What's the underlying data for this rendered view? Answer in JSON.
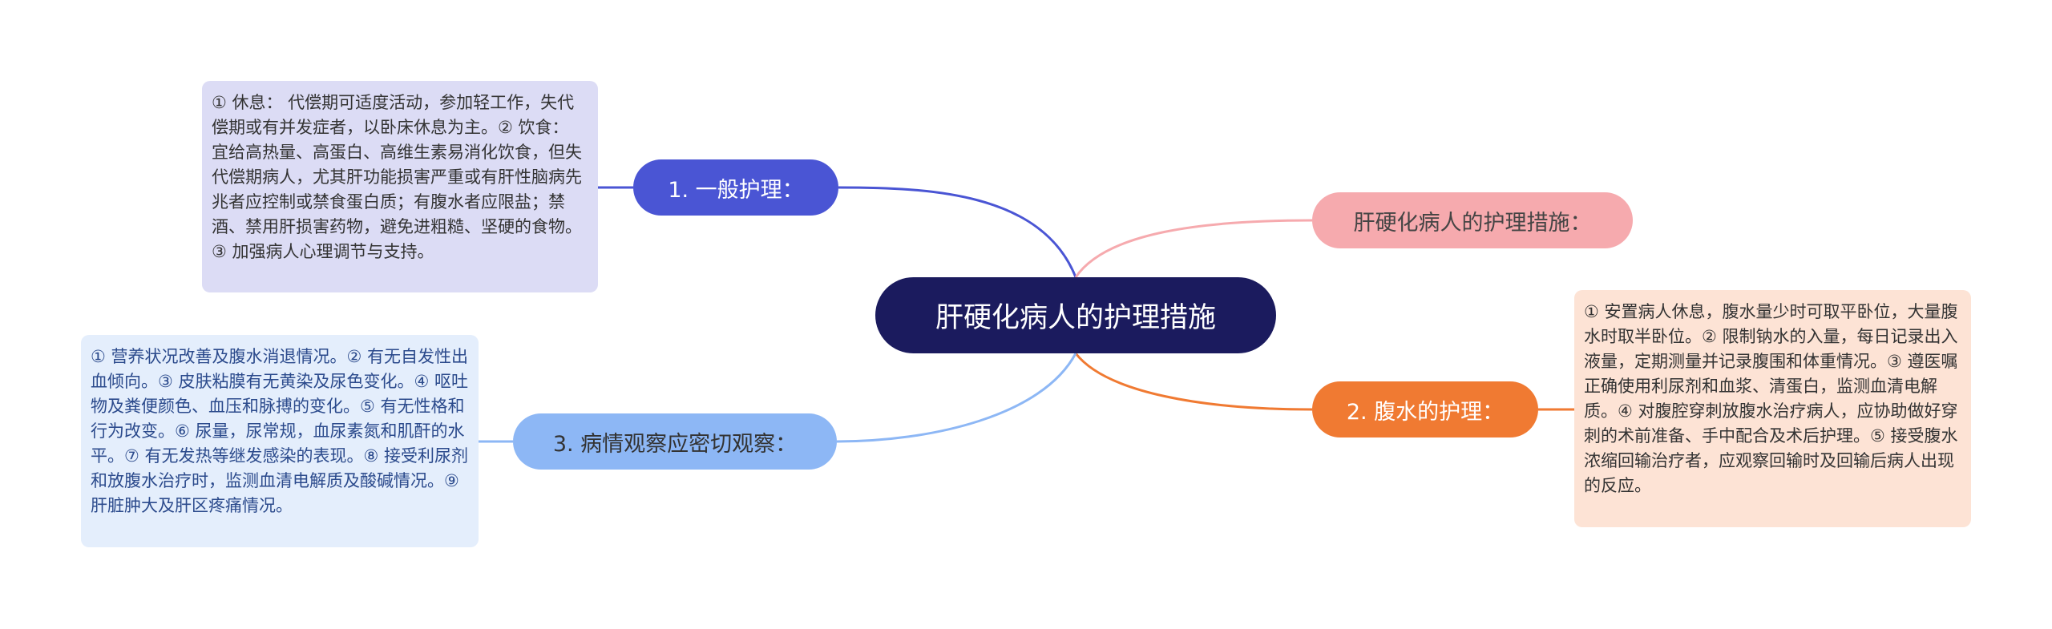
{
  "mindmap": {
    "root": "肝硬化病人的护理措施",
    "branches": [
      {
        "label": "1. 一般护理：",
        "detail": "① 休息： 代偿期可适度活动，参加轻工作，失代偿期或有并发症者，以卧床休息为主。② 饮食： 宜给高热量、高蛋白、高维生素易消化饮食，但失代偿期病人，尤其肝功能损害严重或有肝性脑病先兆者应控制或禁食蛋白质；有腹水者应限盐；禁酒、禁用肝损害药物，避免进粗糙、坚硬的食物。③ 加强病人心理调节与支持。"
      },
      {
        "label": "肝硬化病人的护理措施："
      },
      {
        "label": "2. 腹水的护理：",
        "detail": "① 安置病人休息，腹水量少时可取平卧位，大量腹水时取半卧位。② 限制钠水的入量，每日记录出入液量，定期测量并记录腹围和体重情况。③ 遵医嘱正确使用利尿剂和血浆、清蛋白，监测血清电解质。④ 对腹腔穿刺放腹水治疗病人，应协助做好穿刺的术前准备、手中配合及术后护理。⑤ 接受腹水浓缩回输治疗者，应观察回输时及回输后病人出现的反应。"
      },
      {
        "label": "3. 病情观察应密切观察：",
        "detail": "① 营养状况改善及腹水消退情况。② 有无自发性出血倾向。③ 皮肤粘膜有无黄染及尿色变化。④ 呕吐物及粪便颜色、血压和脉搏的变化。⑤ 有无性格和行为改变。⑥ 尿量，尿常规，血尿素氮和肌酐的水平。⑦ 有无发热等继发感染的表现。⑧ 接受利尿剂和放腹水治疗时，监测血清电解质及酸碱情况。⑨ 肝脏肿大及肝区疼痛情况。"
      }
    ]
  },
  "colors": {
    "root": "#1b1b5e",
    "branch1": "#4a55d4",
    "branch2": "#f6aaae",
    "branch3": "#f07a32",
    "branch4": "#8db7f5"
  }
}
